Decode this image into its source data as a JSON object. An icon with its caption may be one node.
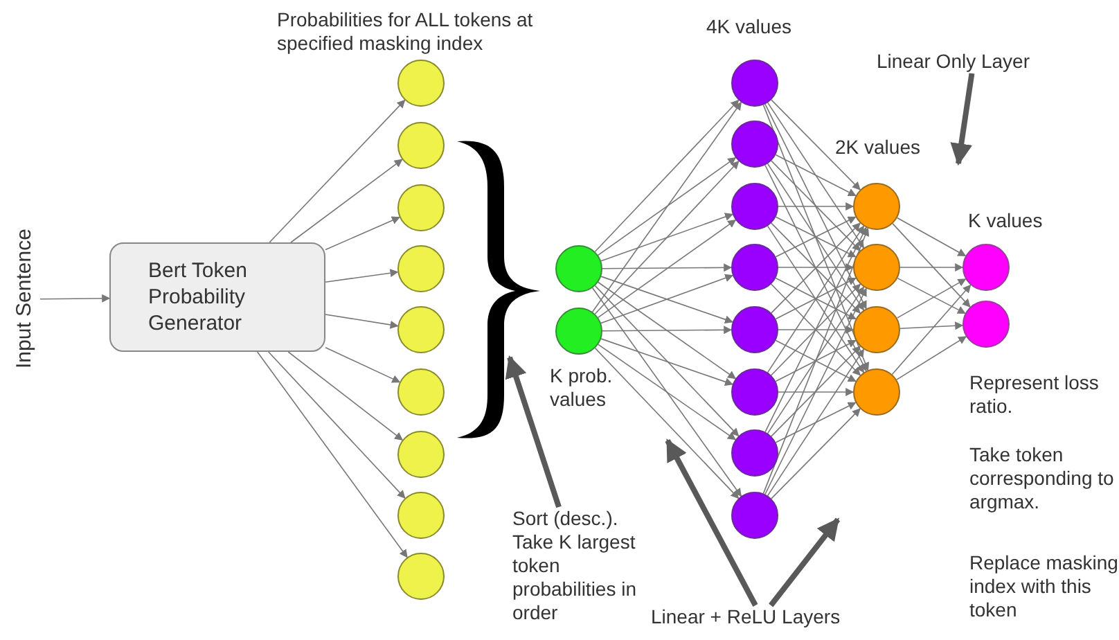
{
  "diagram": {
    "nodes": [
      {
        "text": [
          "Input Sentence"
        ]
      },
      {
        "text": [
          "Bert Token Probability Generator"
        ]
      },
      {
        "text": [],
        "shape": "circle"
      },
      {
        "text": [],
        "shape": "circle"
      },
      {
        "text": [],
        "shape": "circle"
      },
      {
        "text": [],
        "shape": "circle"
      },
      {
        "text": [],
        "shape": "circle"
      },
      {
        "text": [],
        "shape": "circle"
      },
      {
        "text": [],
        "shape": "circle"
      },
      {
        "text": [],
        "shape": "circle"
      },
      {
        "text": [],
        "shape": "circle"
      },
      {
        "text": [],
        "shape": "circle"
      },
      {
        "text": [],
        "shape": "circle"
      },
      {
        "text": [],
        "shape": "circle"
      },
      {
        "text": [],
        "shape": "circle"
      },
      {
        "text": [],
        "shape": "circle"
      },
      {
        "text": [],
        "shape": "circle"
      },
      {
        "text": [],
        "shape": "circle"
      },
      {
        "text": [],
        "shape": "circle"
      },
      {
        "text": [],
        "shape": "circle"
      },
      {
        "text": [],
        "shape": "circle"
      },
      {
        "text": [],
        "shape": "circle"
      },
      {
        "text": [],
        "shape": "circle"
      },
      {
        "text": [],
        "shape": "circle"
      },
      {
        "text": [],
        "shape": "circle"
      },
      {
        "text": [],
        "shape": "circle"
      },
      {
        "text": [],
        "shape": "circle"
      },
      {
        "text": [
          "Sort (desc.). Take K largest token probabilities in order"
        ]
      },
      {
        "text": [
          "Linear + ReLU Layers"
        ]
      },
      {
        "text": [
          "Linear Only Layer"
        ]
      },
      {
        "text": [],
        "shape": "bracket"
      }
    ],
    "edges": [
      {
        "from": 0,
        "to": 1,
        "arrow": "to"
      },
      {
        "from": 1,
        "to": 2,
        "arrow": "to"
      },
      {
        "from": 1,
        "to": 3,
        "arrow": "to"
      },
      {
        "from": 1,
        "to": 4,
        "arrow": "to"
      },
      {
        "from": 1,
        "to": 5,
        "arrow": "to"
      },
      {
        "from": 1,
        "to": 6,
        "arrow": "to"
      },
      {
        "from": 1,
        "to": 7,
        "arrow": "to"
      },
      {
        "from": 1,
        "to": 8,
        "arrow": "to"
      },
      {
        "from": 1,
        "to": 9,
        "arrow": "to"
      },
      {
        "from": 1,
        "to": 10,
        "arrow": "to"
      },
      {
        "from": 11,
        "to": 13,
        "arrow": "to"
      },
      {
        "from": 11,
        "to": 14,
        "arrow": "to"
      },
      {
        "from": 11,
        "to": 15,
        "arrow": "to"
      },
      {
        "from": 11,
        "to": 16,
        "arrow": "to"
      },
      {
        "from": 11,
        "to": 17,
        "arrow": "to"
      },
      {
        "from": 11,
        "to": 18,
        "arrow": "to"
      },
      {
        "from": 11,
        "to": 19,
        "arrow": "to"
      },
      {
        "from": 11,
        "to": 20,
        "arrow": "to"
      },
      {
        "from": 12,
        "to": 13,
        "arrow": "to"
      },
      {
        "from": 12,
        "to": 14,
        "arrow": "to"
      },
      {
        "from": 12,
        "to": 15,
        "arrow": "to"
      },
      {
        "from": 12,
        "to": 16,
        "arrow": "to"
      },
      {
        "from": 12,
        "to": 17,
        "arrow": "to"
      },
      {
        "from": 12,
        "to": 18,
        "arrow": "to"
      },
      {
        "from": 12,
        "to": 19,
        "arrow": "to"
      },
      {
        "from": 12,
        "to": 20,
        "arrow": "to"
      },
      {
        "from": 13,
        "to": 21,
        "arrow": "to"
      },
      {
        "from": 13,
        "to": 22,
        "arrow": "to"
      },
      {
        "from": 13,
        "to": 23,
        "arrow": "to"
      },
      {
        "from": 13,
        "to": 24,
        "arrow": "to"
      },
      {
        "from": 14,
        "to": 21,
        "arrow": "to"
      },
      {
        "from": 14,
        "to": 22,
        "arrow": "to"
      },
      {
        "from": 14,
        "to": 23,
        "arrow": "to"
      },
      {
        "from": 14,
        "to": 24,
        "arrow": "to"
      },
      {
        "from": 15,
        "to": 21,
        "arrow": "to"
      },
      {
        "from": 15,
        "to": 22,
        "arrow": "to"
      },
      {
        "from": 15,
        "to": 23,
        "arrow": "to"
      },
      {
        "from": 15,
        "to": 24,
        "arrow": "to"
      },
      {
        "from": 16,
        "to": 21,
        "arrow": "to"
      },
      {
        "from": 16,
        "to": 22,
        "arrow": "to"
      },
      {
        "from": 16,
        "to": 23,
        "arrow": "to"
      },
      {
        "from": 16,
        "to": 24,
        "arrow": "to"
      },
      {
        "from": 17,
        "to": 21,
        "arrow": "to"
      },
      {
        "from": 17,
        "to": 22,
        "arrow": "to"
      },
      {
        "from": 17,
        "to": 23,
        "arrow": "to"
      },
      {
        "from": 17,
        "to": 24,
        "arrow": "to"
      },
      {
        "from": 18,
        "to": 21,
        "arrow": "to"
      },
      {
        "from": 18,
        "to": 22,
        "arrow": "to"
      },
      {
        "from": 18,
        "to": 23,
        "arrow": "to"
      },
      {
        "from": 18,
        "to": 24,
        "arrow": "to"
      },
      {
        "from": 19,
        "to": 21,
        "arrow": "to"
      },
      {
        "from": 19,
        "to": 22,
        "arrow": "to"
      },
      {
        "from": 19,
        "to": 23,
        "arrow": "to"
      },
      {
        "from": 19,
        "to": 24,
        "arrow": "to"
      },
      {
        "from": 20,
        "to": 21,
        "arrow": "to"
      },
      {
        "from": 20,
        "to": 22,
        "arrow": "to"
      },
      {
        "from": 20,
        "to": 23,
        "arrow": "to"
      },
      {
        "from": 20,
        "to": 24,
        "arrow": "to"
      },
      {
        "from": 21,
        "to": 25,
        "arrow": "to"
      },
      {
        "from": 21,
        "to": 26,
        "arrow": "to"
      },
      {
        "from": 22,
        "to": 25,
        "arrow": "to"
      },
      {
        "from": 22,
        "to": 26,
        "arrow": "to"
      },
      {
        "from": 23,
        "to": 25,
        "arrow": "to"
      },
      {
        "from": 23,
        "to": 26,
        "arrow": "to"
      },
      {
        "from": 24,
        "to": 25,
        "arrow": "to"
      },
      {
        "from": 24,
        "to": 26,
        "arrow": "to"
      },
      {
        "from": 27,
        "to": 30,
        "arrow": "to",
        "style": "thick",
        "color": "#595959"
      },
      {
        "from": 28,
        "to": null,
        "arrow": "to",
        "style": "thick",
        "color": "#595959"
      },
      {
        "from": 28,
        "to": null,
        "arrow": "to",
        "style": "thick",
        "color": "#595959"
      },
      {
        "from": 29,
        "to": null,
        "arrow": "to",
        "style": "thick",
        "color": "#595959"
      }
    ],
    "labels": [
      "Probabilities for ALL tokens at specified masking index",
      "4K values",
      "2K values",
      "K values",
      "K prob. values",
      "Represent loss ratio.",
      "Take token corresponding to argmax.",
      "Replace masking index with this token"
    ]
  }
}
